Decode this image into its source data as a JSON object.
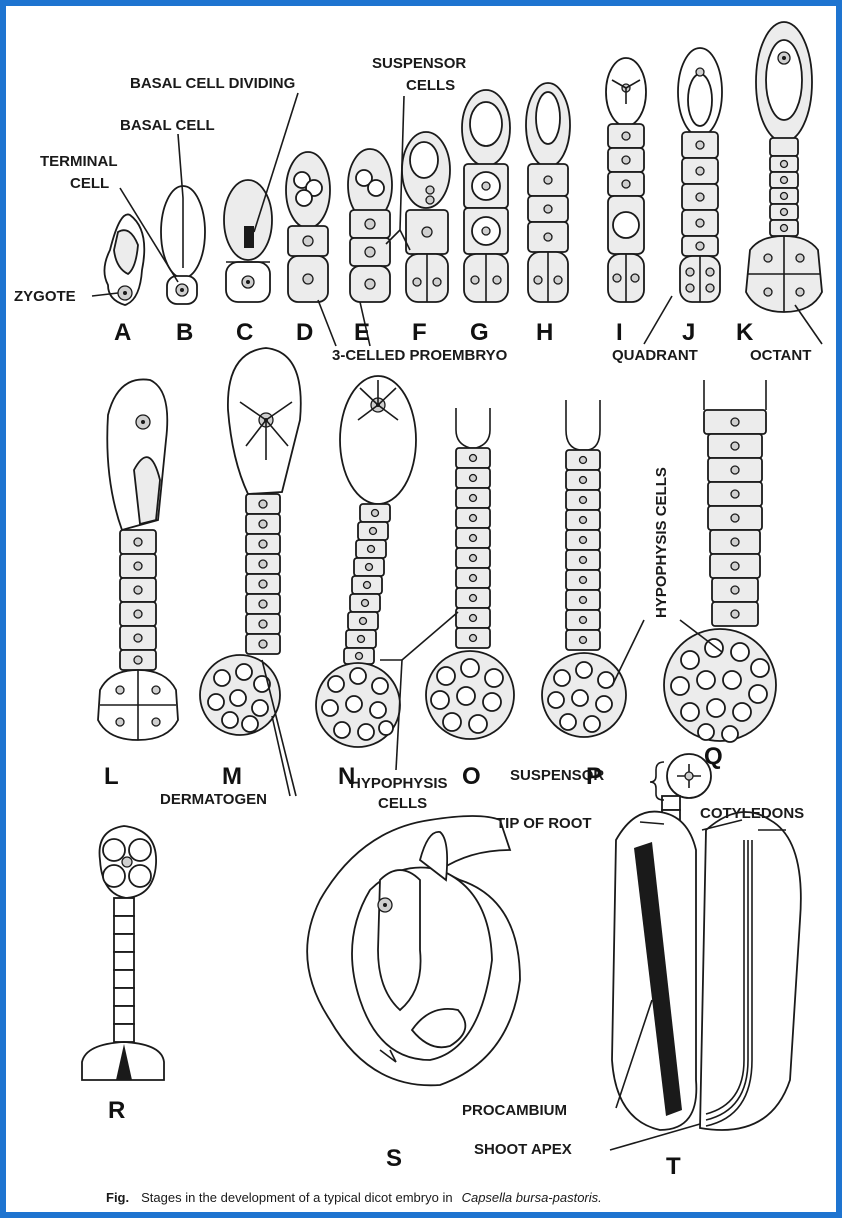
{
  "figure": {
    "caption_prefix": "Fig.",
    "caption_text": "Stages in the development of a typical dicot embryo in",
    "caption_species": "Capsella bursa-pastoris."
  },
  "stages": [
    "A",
    "B",
    "C",
    "D",
    "E",
    "F",
    "G",
    "H",
    "I",
    "J",
    "K",
    "L",
    "M",
    "N",
    "O",
    "P",
    "Q",
    "R",
    "S",
    "T"
  ],
  "labels": {
    "zygote": "ZYGOTE",
    "terminal_cell_1": "TERMINAL",
    "terminal_cell_2": "CELL",
    "basal_cell": "BASAL  CELL",
    "basal_cell_dividing": "BASAL  CELL DIVIDING",
    "suspensor_cells_1": "SUSPENSOR",
    "suspensor_cells_2": "CELLS",
    "three_celled_proembryo": "3-CELLED PROEMBRYO",
    "quadrant": "QUADRANT",
    "octant": "OCTANT",
    "hypophysis_cells_vertical": "HYPOPHYSIS CELLS",
    "dermatogen": "DERMATOGEN",
    "hypophysis_cells_1": "HYPOPHYSIS",
    "hypophysis_cells_2": "CELLS",
    "suspensor": "SUSPENSOR",
    "tip_of_root": "TIP  OF  ROOT",
    "cotyledons": "COTYLEDONS",
    "procambium": "PROCAMBIUM",
    "shoot_apex": "SHOOT APEX"
  },
  "colors": {
    "frame_border": "#1e74d0",
    "ink": "#1a1a1a",
    "stipple": "#ececec"
  }
}
